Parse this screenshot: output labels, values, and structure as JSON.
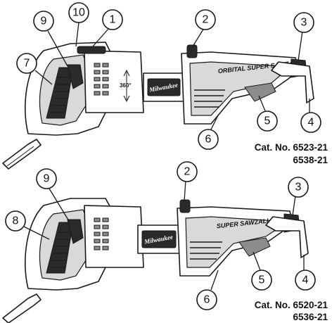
{
  "top_tool": {
    "callouts": [
      "10",
      "9",
      "1",
      "2",
      "3",
      "7",
      "5",
      "4",
      "6"
    ],
    "catalog_line1": "Cat. No. 6523-21",
    "catalog_line2": "6538-21",
    "rotation_label": "360°",
    "brand_logo": "Milwaukee",
    "side_text": "ORBITAL SUPER SAWZALL"
  },
  "bottom_tool": {
    "callouts": [
      "9",
      "2",
      "3",
      "8",
      "5",
      "4",
      "6"
    ],
    "catalog_line1": "Cat. No. 6520-21",
    "catalog_line2": "6536-21",
    "brand_logo": "Milwaukee",
    "side_text": "SUPER SAWZALL"
  },
  "colors": {
    "ink": "#1a1a1a",
    "body_grey": "#d9d9d9",
    "dark_grip": "#2a2a2a"
  }
}
